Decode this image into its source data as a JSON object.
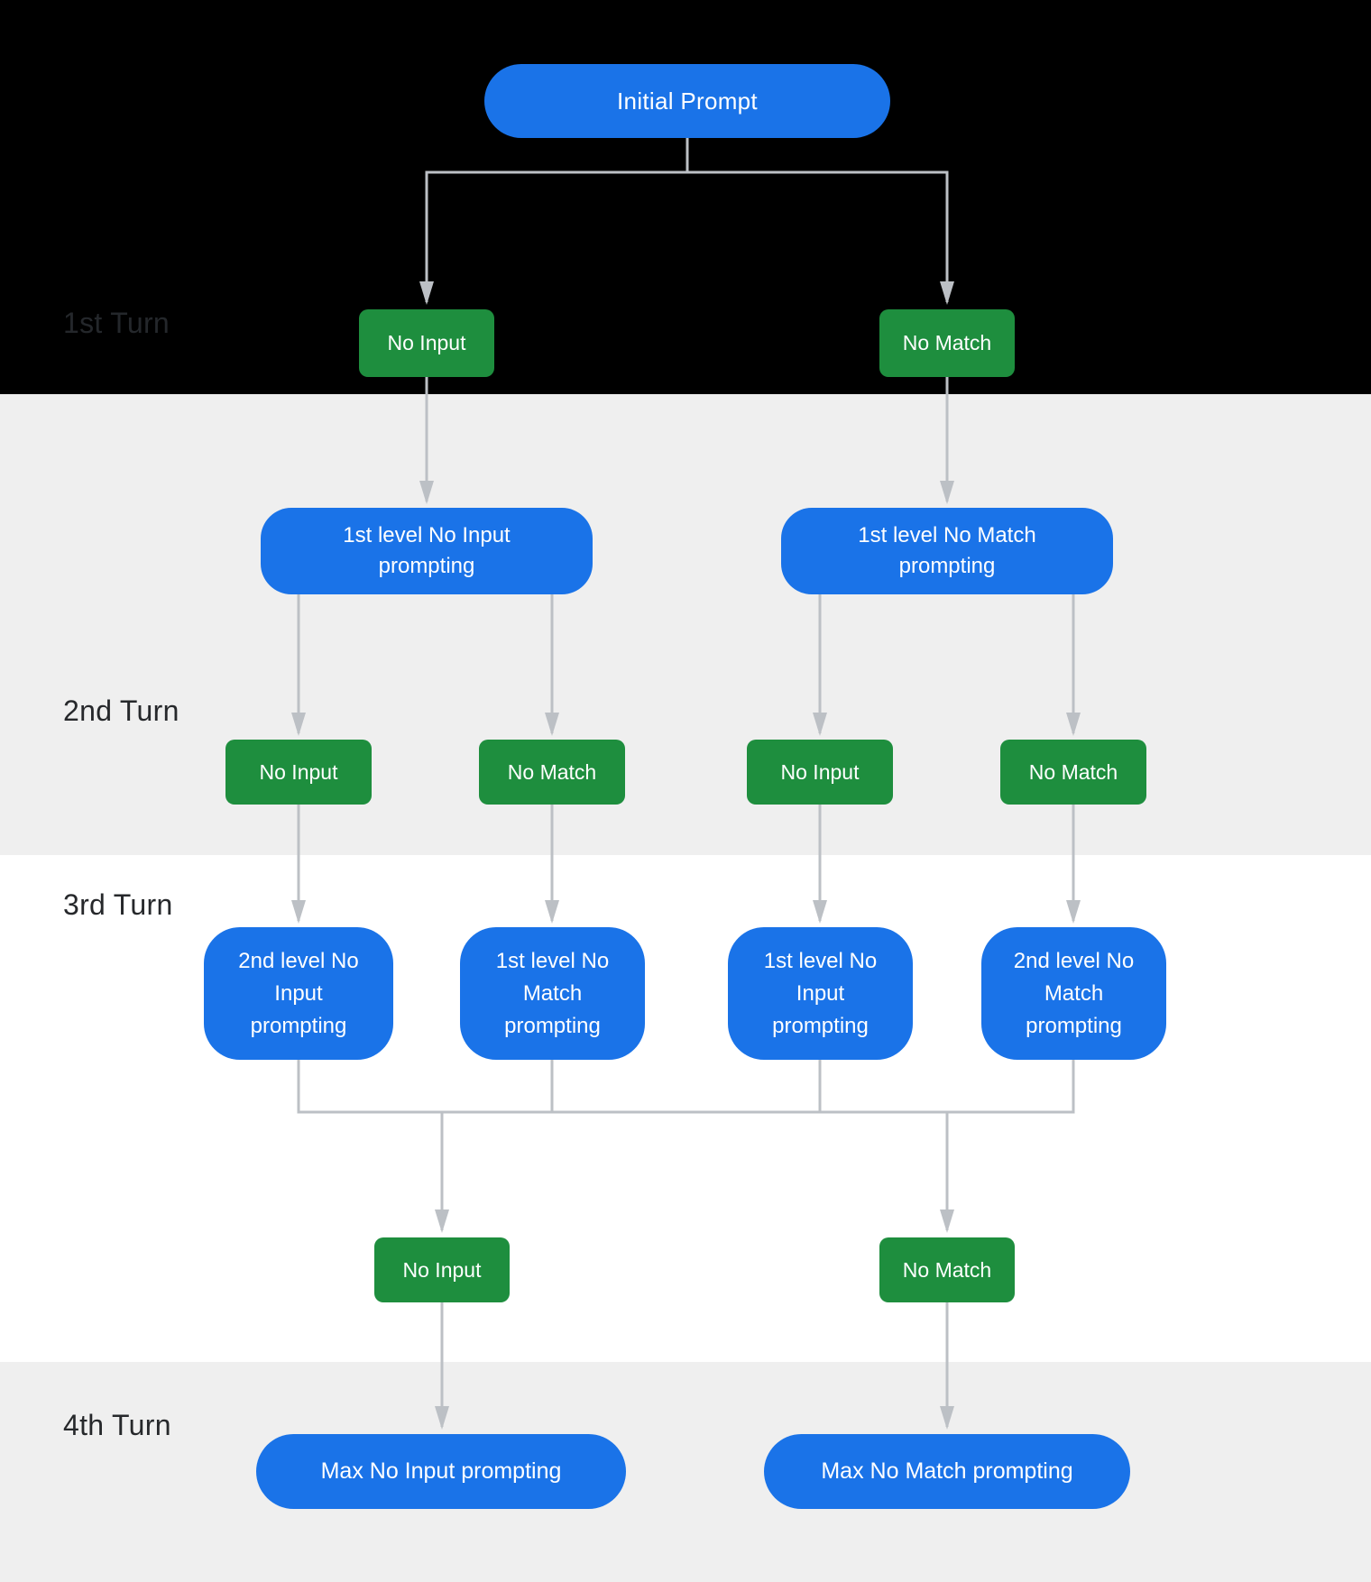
{
  "colors": {
    "blue": "#1a73e8",
    "green": "#1e8e3e",
    "band_gray": "#efefef",
    "black": "#000000",
    "arrow": "#bcc0c5",
    "label": "#26282b"
  },
  "diagram": {
    "turn_labels": [
      {
        "label": "1st Turn"
      },
      {
        "label": "2nd Turn"
      },
      {
        "label": "3rd Turn"
      },
      {
        "label": "4th Turn"
      }
    ],
    "initial": {
      "label": "Initial Prompt"
    },
    "turn1_events": [
      {
        "label": "No Input"
      },
      {
        "label": "No Match"
      }
    ],
    "level1_prompts": [
      {
        "label": "1st level No Input\nprompting"
      },
      {
        "label": "1st level No Match\nprompting"
      }
    ],
    "turn2_events": [
      {
        "label": "No Input"
      },
      {
        "label": "No Match"
      },
      {
        "label": "No Input"
      },
      {
        "label": "No Match"
      }
    ],
    "level2_prompts": [
      {
        "label": "2nd level No\nInput\nprompting"
      },
      {
        "label": "1st level No\nMatch\nprompting"
      },
      {
        "label": "1st level No\nInput\nprompting"
      },
      {
        "label": "2nd level No\nMatch\nprompting"
      }
    ],
    "turn3_events": [
      {
        "label": "No Input"
      },
      {
        "label": "No Match"
      }
    ],
    "max_prompts": [
      {
        "label": "Max No Input prompting"
      },
      {
        "label": "Max No Match prompting"
      }
    ]
  }
}
